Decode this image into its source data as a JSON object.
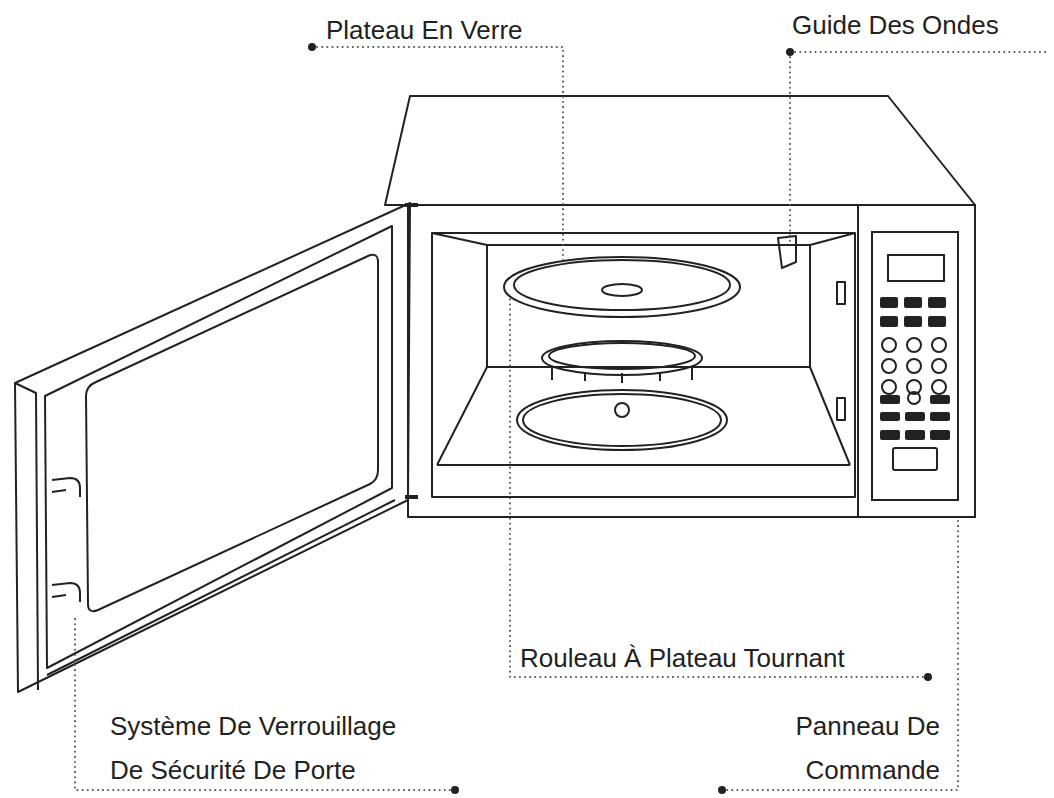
{
  "diagram": {
    "labels": [
      "Plateau En Verre",
      "Guide Des Ondes",
      "Rouleau À Plateau Tournant",
      "Système De Verrouillage De Sécurité De Porte",
      "Panneau De Commande"
    ]
  }
}
